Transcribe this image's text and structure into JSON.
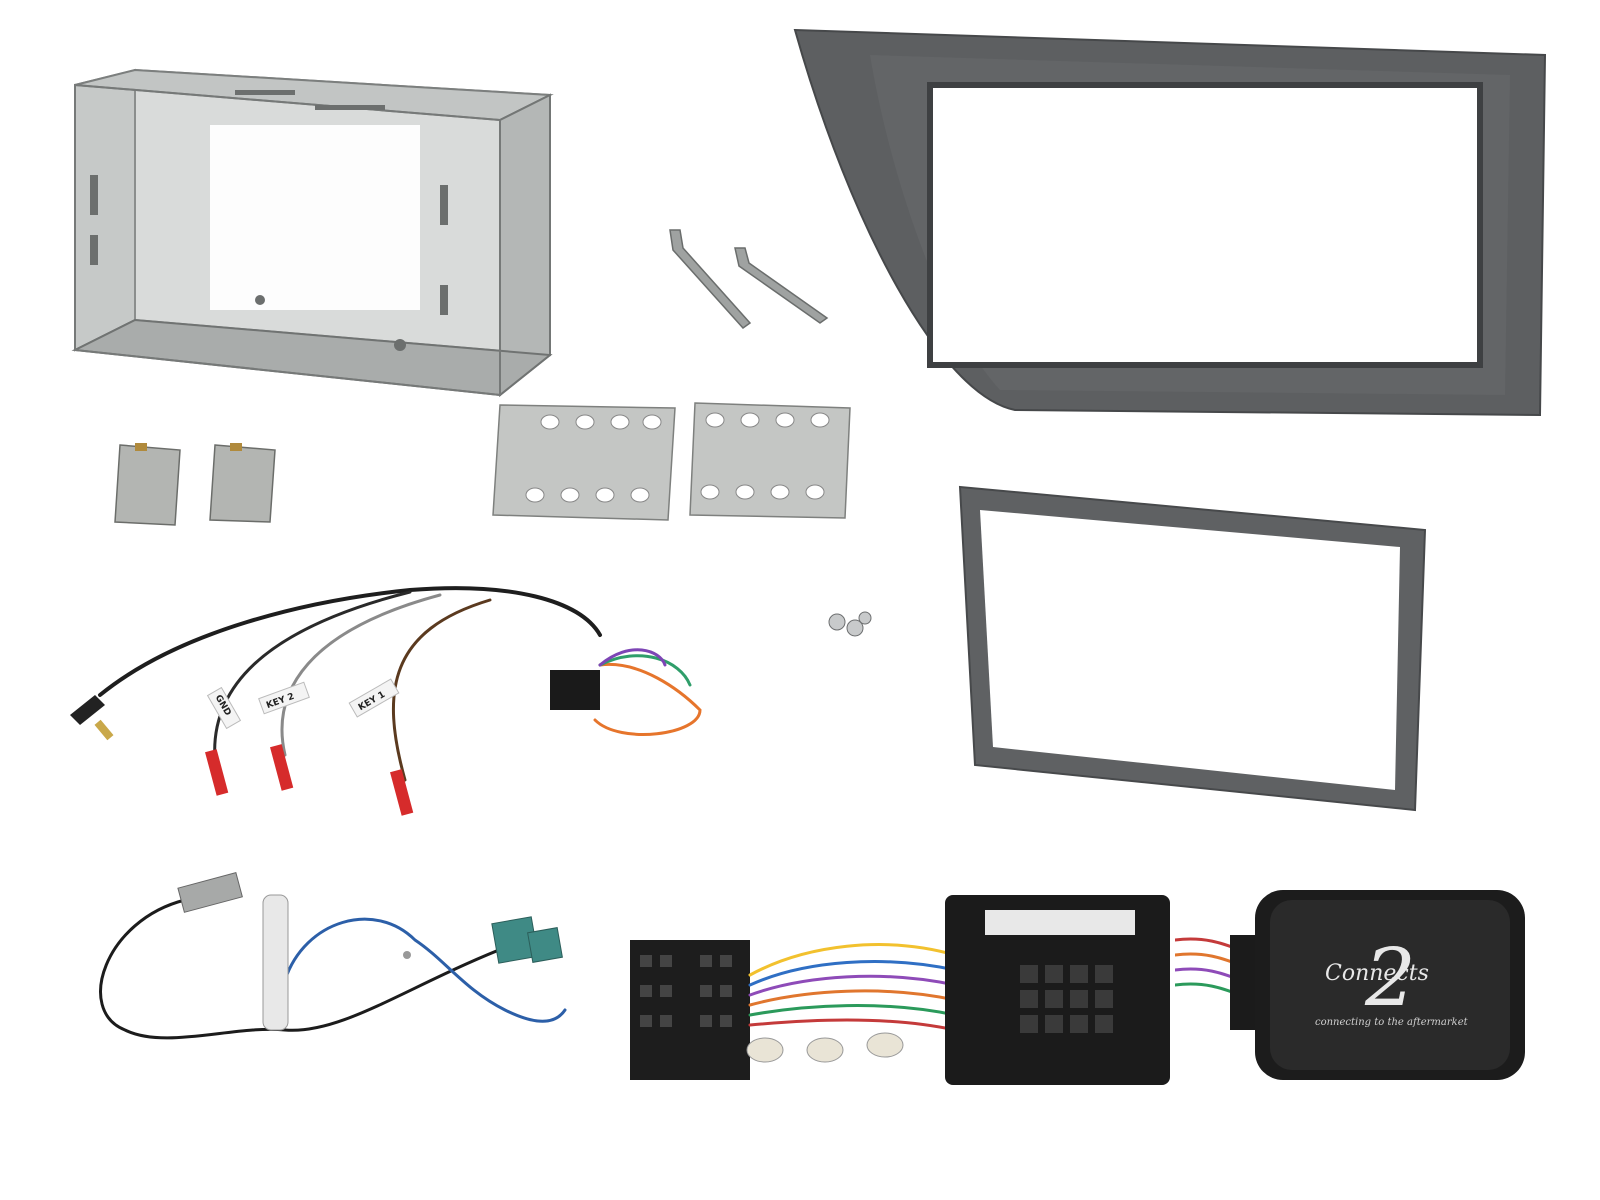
{
  "image": {
    "background": "#ffffff",
    "metal_color": "#b9bcbc",
    "fascia_color": "#5d5f61",
    "wire_labels": [
      "GND",
      "KEY 2",
      "KEY 1"
    ],
    "interface_brand": "Connects",
    "interface_brand_number": "2",
    "interface_tagline": "connecting to the aftermarket"
  }
}
